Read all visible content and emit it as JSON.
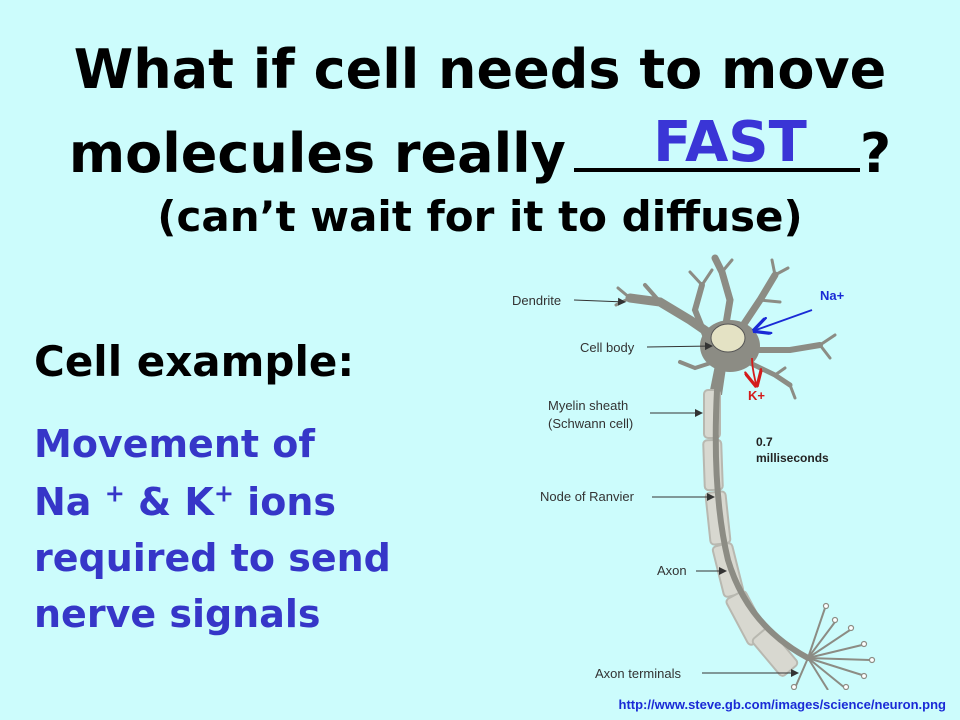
{
  "title": {
    "line1": "What if cell needs to move",
    "line2_prefix": "molecules really",
    "line2_suffix": "?",
    "fill_in": "FAST",
    "line3": "(can’t wait for it to diffuse)"
  },
  "cell_example": {
    "heading": "Cell example:",
    "line1": "Movement of",
    "line2_na": "Na ",
    "line2_na_sup": "+",
    "line2_amp": " &  K",
    "line2_k_sup": "+",
    "line2_end": " ions",
    "line3": "required to send",
    "line4": "nerve signals"
  },
  "diagram": {
    "labels": {
      "dendrite": "Dendrite",
      "cell_body": "Cell body",
      "myelin_1": "Myelin sheath",
      "myelin_2": "(Schwann cell)",
      "node": "Node of Ranvier",
      "axon": "Axon",
      "terminals": "Axon terminals",
      "na": "Na+",
      "k": "K+",
      "time_value": "0.7",
      "time_unit": "milliseconds"
    },
    "colors": {
      "neuron": "#8c8c84",
      "sheath": "#c8c8c0",
      "nucleus": "#e4e2c4",
      "na_arrow": "#1a2ad6",
      "k_arrow": "#d41b1b"
    }
  },
  "source_url": "http://www.steve.gb.com/images/science/neuron.png"
}
